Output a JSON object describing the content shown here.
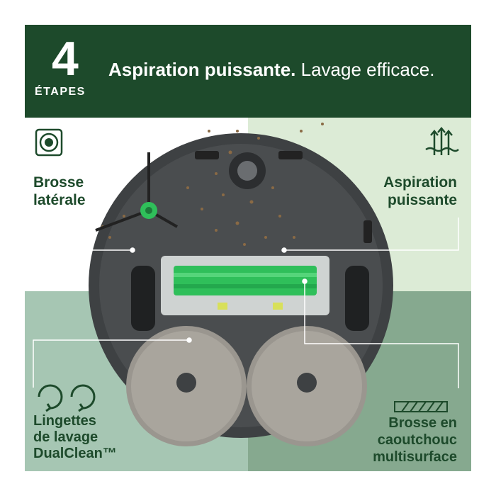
{
  "header": {
    "number": "4",
    "steps_label": "ÉTAPES",
    "headline_bold": "Aspiration puissante.",
    "headline_regular": " Lavage efficace."
  },
  "features": {
    "side_brush": {
      "line1": "Brosse",
      "line2": "latérale",
      "icon": "side-brush-icon"
    },
    "suction": {
      "line1": "Aspiration",
      "line2": "puissante",
      "icon": "suction-icon"
    },
    "mop_pads": {
      "line1": "Lingettes",
      "line2": "de lavage",
      "line3": "DualClean™",
      "icon": "recycle-pads-icon"
    },
    "rubber_brush": {
      "line1": "Brosse en",
      "line2": "caoutchouc",
      "line3": "multisurface",
      "icon": "roller-brush-icon"
    }
  },
  "colors": {
    "header_bg": "#1d4a2b",
    "label_text": "#1d4a2b",
    "accent_green": "#2fbf5a"
  }
}
